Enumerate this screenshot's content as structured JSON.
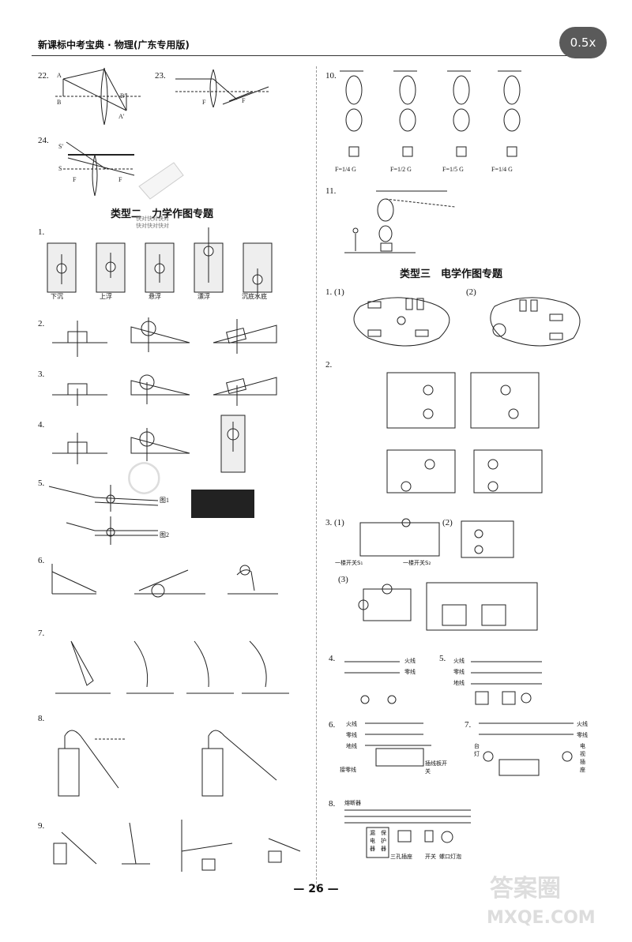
{
  "header": {
    "title": "新课标中考宝典 · 物理(广东专用版)"
  },
  "zoom": {
    "label": "0.5x"
  },
  "sections": {
    "mechanics": "类型二　力学作图专题",
    "electric": "类型三　电学作图专题"
  },
  "left_numbers": [
    "22.",
    "23.",
    "24.",
    "1.",
    "2.",
    "3.",
    "4.",
    "5.",
    "6.",
    "7.",
    "8.",
    "9."
  ],
  "right_numbers": [
    "10.",
    "11.",
    "1. (1)",
    "(2)",
    "2.",
    "3. (1)",
    "(2)",
    "(3)",
    "4.",
    "5.",
    "6.",
    "7.",
    "8."
  ],
  "q1_captions": [
    "下沉",
    "上浮",
    "悬浮",
    "漂浮",
    "沉底水底"
  ],
  "q5_figs": [
    "图1",
    "图2"
  ],
  "q10_captions": [
    "F=1/4 G",
    "F=1/2 G",
    "F=1/5 G",
    "F=1/4 G"
  ],
  "switch_labels": [
    "一楼开关S₁",
    "一楼开关S₂"
  ],
  "wiring": {
    "live": "火线",
    "neutral": "零线",
    "ground": "地线",
    "fuse": "熔断器",
    "strip": "插线板开关",
    "lamp_label": "台灯",
    "tv_socket": "电视插座",
    "grounding": "接零线",
    "leakage": "漏电器",
    "protector": "保护器",
    "three_hole": "三孔插座",
    "switch": "开关",
    "screw_lamp": "螺口灯泡"
  },
  "watermark_repeat": [
    "快对快对快对",
    "快对快对快对"
  ],
  "page_number": "— 26 —",
  "watermark": {
    "brand": "答案圈",
    "site": "MXQE.COM"
  }
}
